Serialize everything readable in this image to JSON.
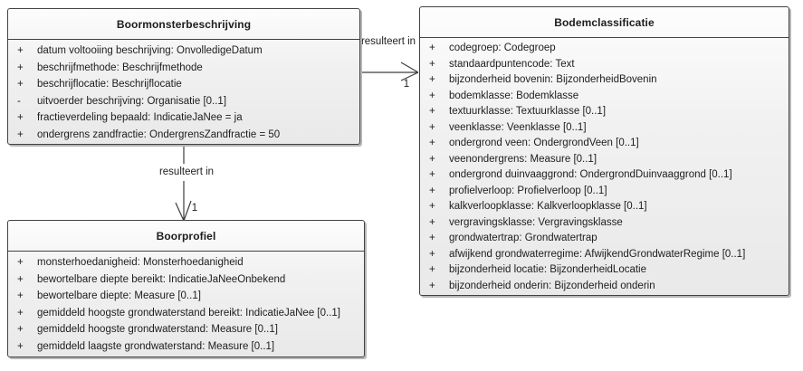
{
  "diagram": {
    "type": "uml-class-diagram",
    "background": "#ffffff",
    "colors": {
      "box_border": "#424242",
      "box_fill_top": "#fdfdfd",
      "box_fill_bottom": "#e9e9e9",
      "shadow": "#b7b7b7",
      "line": "#3d3d3d",
      "text": "#1d1d1d"
    }
  },
  "classes": [
    {
      "name": "Boormonsterbeschrijving",
      "attributes": [
        {
          "visibility": "+",
          "text": "datum voltooiing beschrijving: OnvolledigeDatum"
        },
        {
          "visibility": "+",
          "text": "beschrijfmethode: Beschrijfmethode"
        },
        {
          "visibility": "+",
          "text": "beschrijflocatie: Beschrijflocatie"
        },
        {
          "visibility": "-",
          "text": "uitvoerder beschrijving: Organisatie [0..1]"
        },
        {
          "visibility": "+",
          "text": "fractieverdeling bepaald: IndicatieJaNee = ja"
        },
        {
          "visibility": "+",
          "text": "ondergrens zandfractie: OndergrensZandfractie = 50"
        }
      ]
    },
    {
      "name": "Bodemclassificatie",
      "attributes": [
        {
          "visibility": "+",
          "text": "codegroep: Codegroep"
        },
        {
          "visibility": "+",
          "text": "standaardpuntencode: Text"
        },
        {
          "visibility": "+",
          "text": "bijzonderheid bovenin: BijzonderheidBovenin"
        },
        {
          "visibility": "+",
          "text": "bodemklasse: Bodemklasse"
        },
        {
          "visibility": "+",
          "text": "textuurklasse: Textuurklasse [0..1]"
        },
        {
          "visibility": "+",
          "text": "veenklasse: Veenklasse [0..1]"
        },
        {
          "visibility": "+",
          "text": "ondergrond veen: OndergrondVeen [0..1]"
        },
        {
          "visibility": "+",
          "text": "veenondergrens: Measure [0..1]"
        },
        {
          "visibility": "+",
          "text": "ondergrond duinvaaggrond: OndergrondDuinvaaggrond [0..1]"
        },
        {
          "visibility": "+",
          "text": "profielverloop: Profielverloop [0..1]"
        },
        {
          "visibility": "+",
          "text": "kalkverloopklasse: Kalkverloopklasse [0..1]"
        },
        {
          "visibility": "+",
          "text": "vergravingsklasse: Vergravingsklasse"
        },
        {
          "visibility": "+",
          "text": "grondwatertrap: Grondwatertrap"
        },
        {
          "visibility": "+",
          "text": "afwijkend grondwaterregime: AfwijkendGrondwaterRegime [0..1]"
        },
        {
          "visibility": "+",
          "text": "bijzonderheid locatie: BijzonderheidLocatie"
        },
        {
          "visibility": "+",
          "text": "bijzonderheid onderin: Bijzonderheid onderin"
        }
      ]
    },
    {
      "name": "Boorprofiel",
      "attributes": [
        {
          "visibility": "+",
          "text": "monsterhoedanigheid: Monsterhoedanigheid"
        },
        {
          "visibility": "+",
          "text": "bewortelbare diepte bereikt: IndicatieJaNeeOnbekend"
        },
        {
          "visibility": "+",
          "text": "bewortelbare diepte: Measure [0..1]"
        },
        {
          "visibility": "+",
          "text": "gemiddeld hoogste grondwaterstand bereikt: IndicatieJaNee [0..1]"
        },
        {
          "visibility": "+",
          "text": "gemiddeld hoogste grondwaterstand: Measure [0..1]"
        },
        {
          "visibility": "+",
          "text": "gemiddeld laagste grondwaterstand: Measure [0..1]"
        }
      ]
    }
  ],
  "connectors": [
    {
      "label": "resulteert in",
      "multiplicity": "1",
      "from": "Boormonsterbeschrijving",
      "to": "Bodemclassificatie",
      "arrow": "open-arrow-right"
    },
    {
      "label": "resulteert in",
      "multiplicity": "1",
      "from": "Boormonsterbeschrijving",
      "to": "Boorprofiel",
      "arrow": "open-arrow-down"
    }
  ]
}
